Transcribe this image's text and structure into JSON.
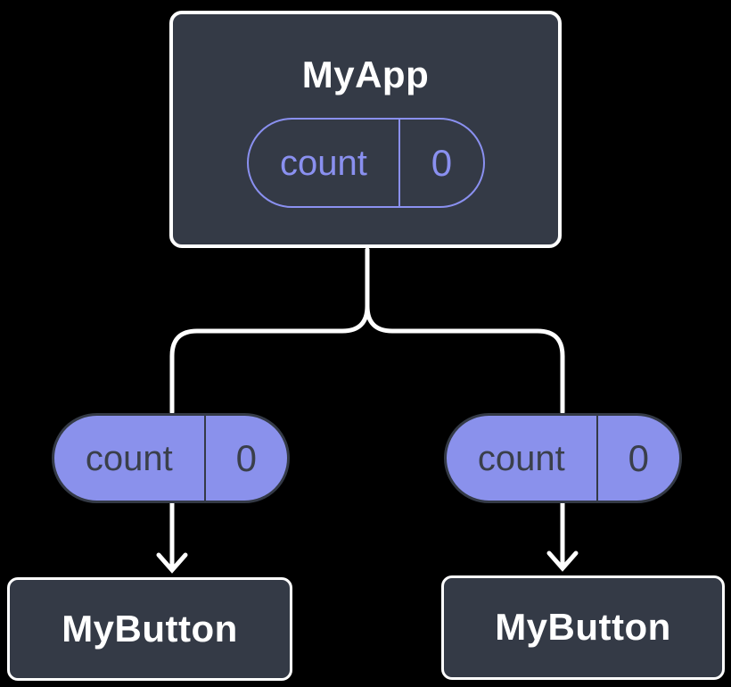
{
  "colors": {
    "background": "#000000",
    "box_fill": "#343a46",
    "box_border": "#ffffff",
    "box_text": "#ffffff",
    "pill_purple": "#8a91ec",
    "pill_outline": "#8a90f0",
    "pill_dark_text": "#3a3f4a",
    "pill_dark_border": "#343a46",
    "connector": "#ffffff"
  },
  "diagram": {
    "root": {
      "title": "MyApp",
      "state": {
        "label": "count",
        "value": "0"
      }
    },
    "children": [
      {
        "title": "MyButton",
        "prop": {
          "label": "count",
          "value": "0"
        }
      },
      {
        "title": "MyButton",
        "prop": {
          "label": "count",
          "value": "0"
        }
      }
    ]
  }
}
